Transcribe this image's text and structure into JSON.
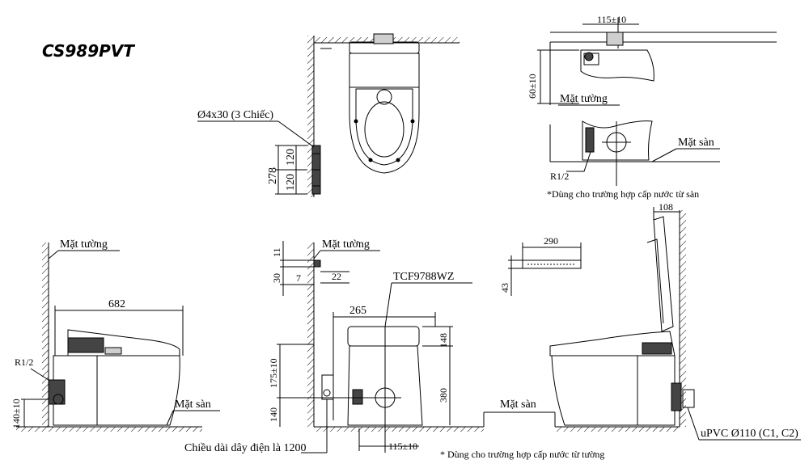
{
  "model": "CS989PVT",
  "labels": {
    "wall": "Mặt tường",
    "floor": "Mặt sàn",
    "screw": "Ø4x30 (3 Chiếc)",
    "r12": "R1/2",
    "note_floor": "*Dùng cho trường hợp cấp nước từ sàn",
    "note_wall": "* Dùng cho trường hợp cấp nước từ tường",
    "cable": "Chiều dài dây điện là 1200",
    "seat_model": "TCF9788WZ",
    "pipe": "uPVC Ø110 (C1, C2)"
  },
  "dims": {
    "top_width": "115±10",
    "top_height": "60±10",
    "bracket_total": "278",
    "bracket_a": "120",
    "bracket_b": "120",
    "side_length": "682",
    "side_inlet": "140±10",
    "front_11": "11",
    "front_30": "30",
    "front_7": "7",
    "front_22": "22",
    "front_width": "265",
    "front_148": "148",
    "front_380": "380",
    "front_175": "175±10",
    "front_140": "140",
    "front_bottom": "115±10",
    "remote_w": "290",
    "remote_h": "43",
    "open_108": "108"
  }
}
